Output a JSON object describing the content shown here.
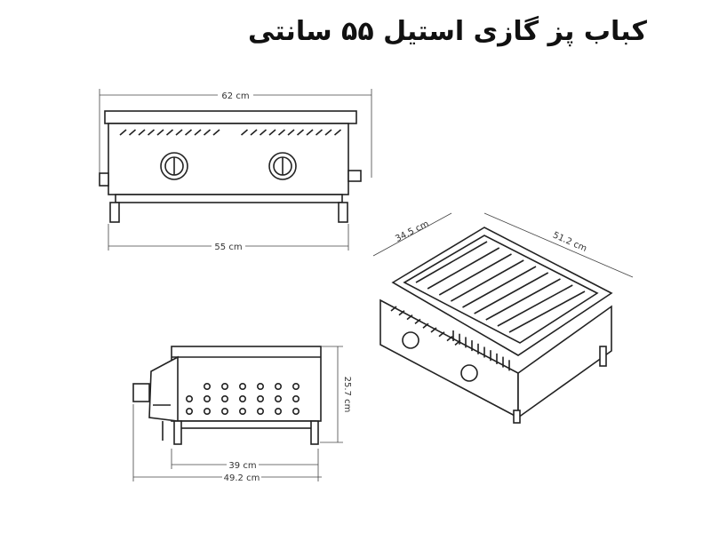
{
  "title": "کباب پز گازی استیل ۵۵ سانتی",
  "front_view": {
    "width_total": "62 cm",
    "width_body": "55 cm"
  },
  "side_view": {
    "height": "25.7 cm",
    "depth_body": "39 cm",
    "depth_total": "49.2 cm"
  },
  "iso_view": {
    "depth": "34.5 cm",
    "width": "51.2 cm"
  }
}
